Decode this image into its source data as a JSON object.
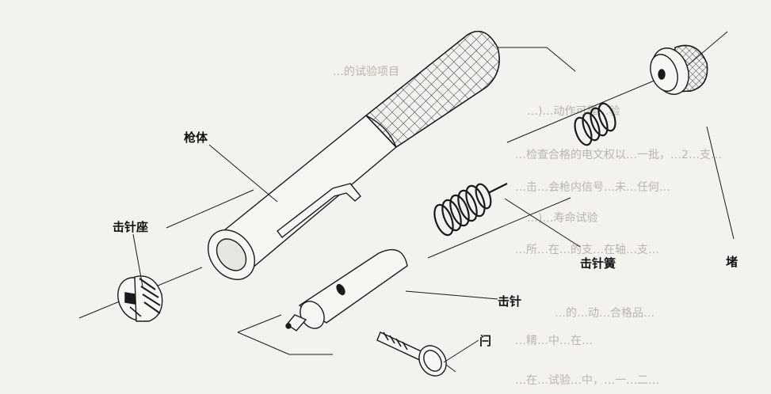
{
  "labels": {
    "gun_body": "枪体",
    "firing_pin_seat": "击针座",
    "firing_pin": "击针",
    "firing_pin_spring": "击针簧",
    "plug": "堵",
    "latch": "闩"
  },
  "bleed_through_text": [
    "…的试验项目",
    "…)…动作可靠…验",
    "…检查合格的电文权以…一批，…2…支…",
    "…击…会枪内信号…未…任何…",
    "…)…寿命试验",
    "…所…在…的支…在轴…支…",
    "…的…动…合格品…",
    "…在…试验…中，…一…二…",
    "…精…中…在…"
  ],
  "colors": {
    "paper": "#f4f2ee",
    "ink": "#1a1a1a",
    "hatch": "#333333",
    "ghost": "#b9b6b0"
  }
}
